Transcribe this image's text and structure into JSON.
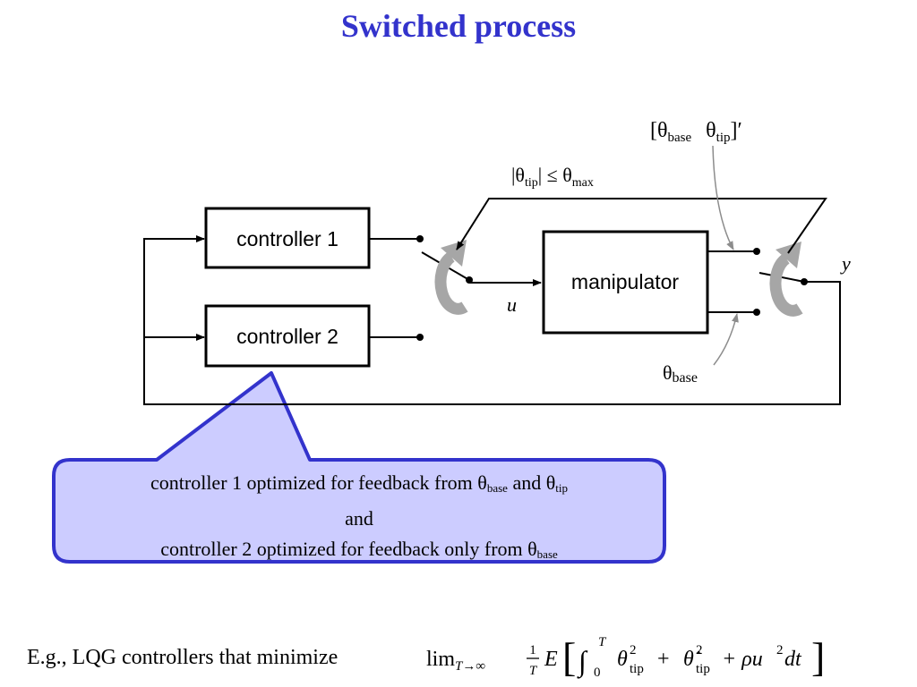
{
  "title": "Switched process",
  "blocks": {
    "controller1": "controller 1",
    "controller2": "controller 2",
    "manipulator": "manipulator"
  },
  "signals": {
    "u": "u",
    "y": "y",
    "switch_condition": {
      "lhs_open": "|θ",
      "tip": "tip",
      "lhs_close": "| ≤ θ",
      "max": "max"
    },
    "theta_vector": {
      "open": "[θ",
      "base": "base",
      "mid": "θ",
      "tip": "tip",
      "close": "]′"
    },
    "theta_base": {
      "symbol": "θ",
      "sub": "base"
    }
  },
  "callout": {
    "line1_prefix": "controller 1 optimized for feedback from θ",
    "line1_sub1": "base",
    "line1_and": " and θ",
    "line1_sub2": "tip",
    "line2": "and",
    "line3_prefix": "controller 2 optimized for feedback only from θ",
    "line3_sub": "base"
  },
  "example": {
    "text": "E.g., LQG controllers that minimize",
    "formula": {
      "lim": "lim",
      "lim_sub": "T→∞",
      "frac_num": "1",
      "frac_den": "T",
      "E": "E",
      "int_upper": "T",
      "int_lower": "0",
      "theta": "θ",
      "sq": "2",
      "tip": "tip",
      "plus1": "+",
      "theta_dot": "θ̇",
      "plus2": "+ ρu",
      "u_sq": "2",
      "dt": "dt"
    }
  },
  "colors": {
    "title": "#3333cc",
    "callout_fill": "#ccccff",
    "callout_border": "#3333cc",
    "switch_arrow": "#a6a6a6",
    "pointer_line": "#8c8c8c"
  }
}
